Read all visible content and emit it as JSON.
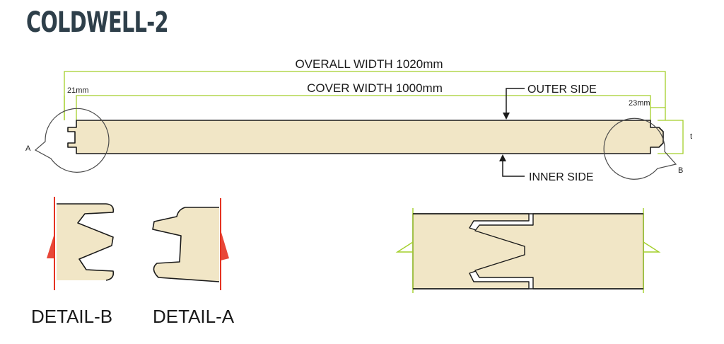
{
  "title": "COLDWELL-2",
  "dimensions": {
    "overall_width": "OVERALL WIDTH 1020mm",
    "cover_width": "COVER WIDTH 1000mm",
    "left_joint": "21mm",
    "right_joint": "23mm",
    "thickness": "t"
  },
  "sides": {
    "outer": "OUTER SIDE",
    "inner": "INNER SIDE"
  },
  "callouts": {
    "a": "A",
    "b": "B"
  },
  "details": {
    "b": "DETAIL-B",
    "a": "DETAIL-A"
  },
  "colors": {
    "panel_fill": "#f1e6c6",
    "dimension_line": "#a3cf2a",
    "detail_edge": "#e53322",
    "title": "#2e3f4a"
  }
}
